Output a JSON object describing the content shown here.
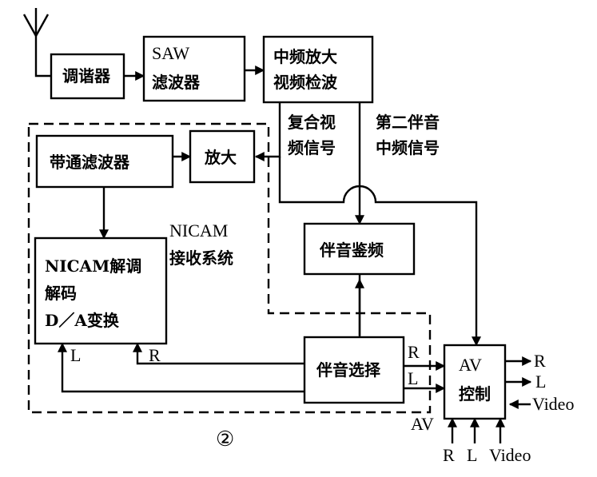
{
  "blocks": {
    "tuner": "调谐器",
    "saw": [
      "SAW",
      "滤波器"
    ],
    "if_amp": [
      "中频放大",
      "视频检波"
    ],
    "bandpass": "带通滤波器",
    "amp": "放大",
    "nicam_decoder": [
      "NICAM解调",
      "解码",
      "D／A变换"
    ],
    "sound_detect": "伴音鉴频",
    "sound_select": "伴音选择",
    "av_control": [
      "AV",
      "控制"
    ]
  },
  "annotations": {
    "composite_video": [
      "复合视",
      "频信号"
    ],
    "second_sound_if": [
      "第二伴音",
      "中频信号"
    ],
    "nicam_system": [
      "NICAM",
      "接收系统"
    ]
  },
  "ports": {
    "nicam_L": "L",
    "nicam_R": "R",
    "select_R": "R",
    "select_L": "L",
    "av_input": "AV",
    "out_R": "R",
    "out_L": "L",
    "out_video": "Video",
    "in_R": "R",
    "in_L": "L",
    "in_video": "Video"
  },
  "figure_number": "②"
}
